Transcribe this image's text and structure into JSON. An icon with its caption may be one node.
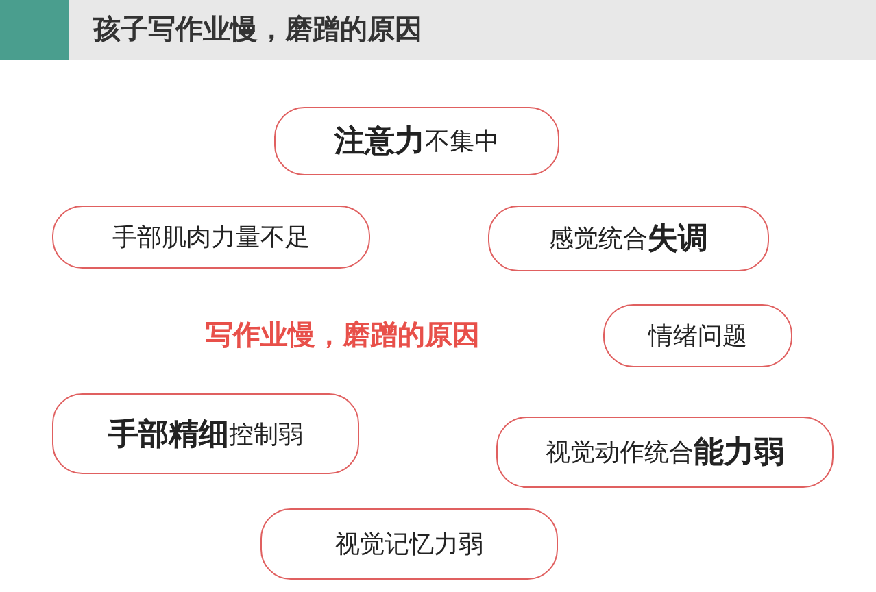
{
  "diagram": {
    "title": "孩子写作业慢，磨蹭的原因",
    "nodes": [
      {
        "text": [
          "**注意力**不集中"
        ]
      },
      {
        "text": [
          "手部肌肉力量不足"
        ]
      },
      {
        "text": [
          "感觉统合**失调**"
        ]
      },
      {
        "text": [
          "情绪问题"
        ]
      },
      {
        "text": [
          "**手部精细**控制弱"
        ]
      },
      {
        "text": [
          "视觉动作统合**能力弱**"
        ]
      },
      {
        "text": [
          "视觉记忆力弱"
        ]
      }
    ],
    "labels": [
      "写作业慢，磨蹭的原因"
    ]
  }
}
